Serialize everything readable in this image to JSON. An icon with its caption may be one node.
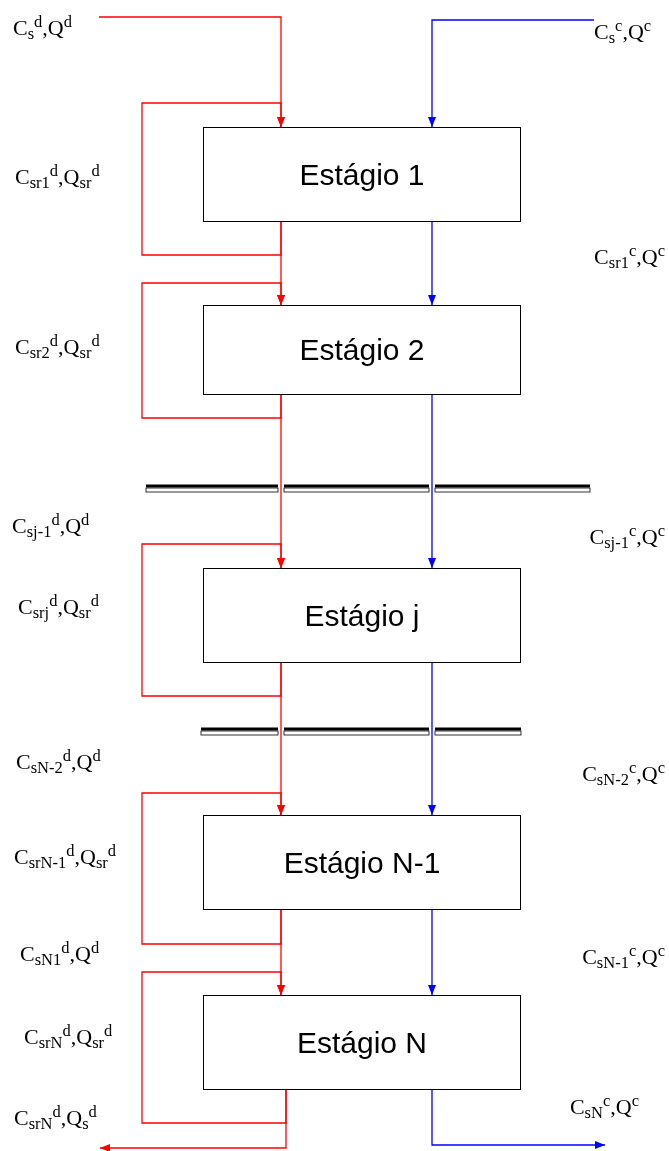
{
  "diagram": {
    "nodes": [
      {
        "text": [
          "C$_{s}$$^{d}$,Q$^{d}$"
        ]
      },
      {
        "text": [
          "C$_{s}$$^{c}$,Q$^{c}$"
        ]
      },
      {
        "text": [
          "Estágio 1"
        ]
      },
      {
        "text": [
          "Estágio 2"
        ]
      },
      {
        "text": [
          "Estágio j"
        ]
      },
      {
        "text": [
          "Estágio N-1"
        ]
      },
      {
        "text": [
          "Estágio N"
        ]
      },
      {
        "text": [
          "C$_{srN}$$^{d}$,Q$_{s}$$^{d}$"
        ]
      }
    ],
    "edges": [
      {
        "from": 0,
        "to": 2,
        "arrow": "to"
      },
      {
        "from": 1,
        "to": 2,
        "arrow": "to",
        "color": "#0000ff"
      },
      {
        "from": 2,
        "to": 2,
        "arrow": "to"
      },
      {
        "from": 2,
        "to": 3,
        "arrow": "to"
      },
      {
        "from": 2,
        "to": 3,
        "arrow": "to",
        "color": "#0000ff"
      },
      {
        "from": 3,
        "to": 3,
        "arrow": "to"
      },
      {
        "from": 3,
        "to": 4,
        "arrow": "to"
      },
      {
        "from": 3,
        "to": 4,
        "arrow": "to",
        "color": "#0000ff"
      },
      {
        "from": 4,
        "to": 4,
        "arrow": "to"
      },
      {
        "from": 4,
        "to": 5,
        "arrow": "to"
      },
      {
        "from": 4,
        "to": 5,
        "arrow": "to",
        "color": "#0000ff"
      },
      {
        "from": 5,
        "to": 5,
        "arrow": "to"
      },
      {
        "from": 5,
        "to": 6,
        "arrow": "to"
      },
      {
        "from": 5,
        "to": 6,
        "arrow": "to",
        "color": "#0000ff"
      },
      {
        "from": 6,
        "to": 6,
        "arrow": "to"
      },
      {
        "from": 6,
        "to": 7,
        "arrow": "to"
      },
      {
        "from": 6,
        "to": null,
        "arrow": "to",
        "color": "#0000ff"
      }
    ],
    "labels": [
      "C$_{sr1}$$^{d}$,Q$_{sr}$$^{d}$",
      "C$_{sr1}$$^{c}$,Q$^{c}$",
      "C$_{sr2}$$^{d}$,Q$_{sr}$$^{d}$",
      "C$_{sj-1}$$^{d}$,Q$^{d}$",
      "C$_{sj-1}$$^{c}$,Q$^{c}$",
      "C$_{srj}$$^{d}$,Q$_{sr}$$^{d}$",
      "C$_{sN-2}$$^{d}$,Q$^{d}$",
      "C$_{sN-2}$$^{c}$,Q$^{c}$",
      "C$_{srN-1}$$^{d}$,Q$_{sr}$$^{d}$",
      "C$_{sN1}$$^{d}$,Q$^{d}$",
      "C$_{sN-1}$$^{c}$,Q$^{c}$",
      "C$_{srN}$$^{d}$,Q$_{sr}$$^{d}$",
      "C$_{sN}$$^{c}$,Q$^{c}$"
    ]
  }
}
